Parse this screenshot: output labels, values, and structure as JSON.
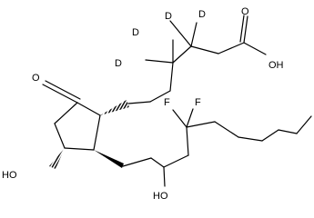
{
  "labels": {
    "O_ketone": "O",
    "OH_acid": "OH",
    "O_acid": "O",
    "D_top_left": "D",
    "D_top_right": "D",
    "D_mid_left": "D",
    "D_mid_lower": "D",
    "F_left": "F",
    "F_right": "F",
    "OH_ring": "HO",
    "OH_side": "HO"
  },
  "colors": {
    "bond": "#000000",
    "text": "#000000",
    "background": "#ffffff"
  }
}
